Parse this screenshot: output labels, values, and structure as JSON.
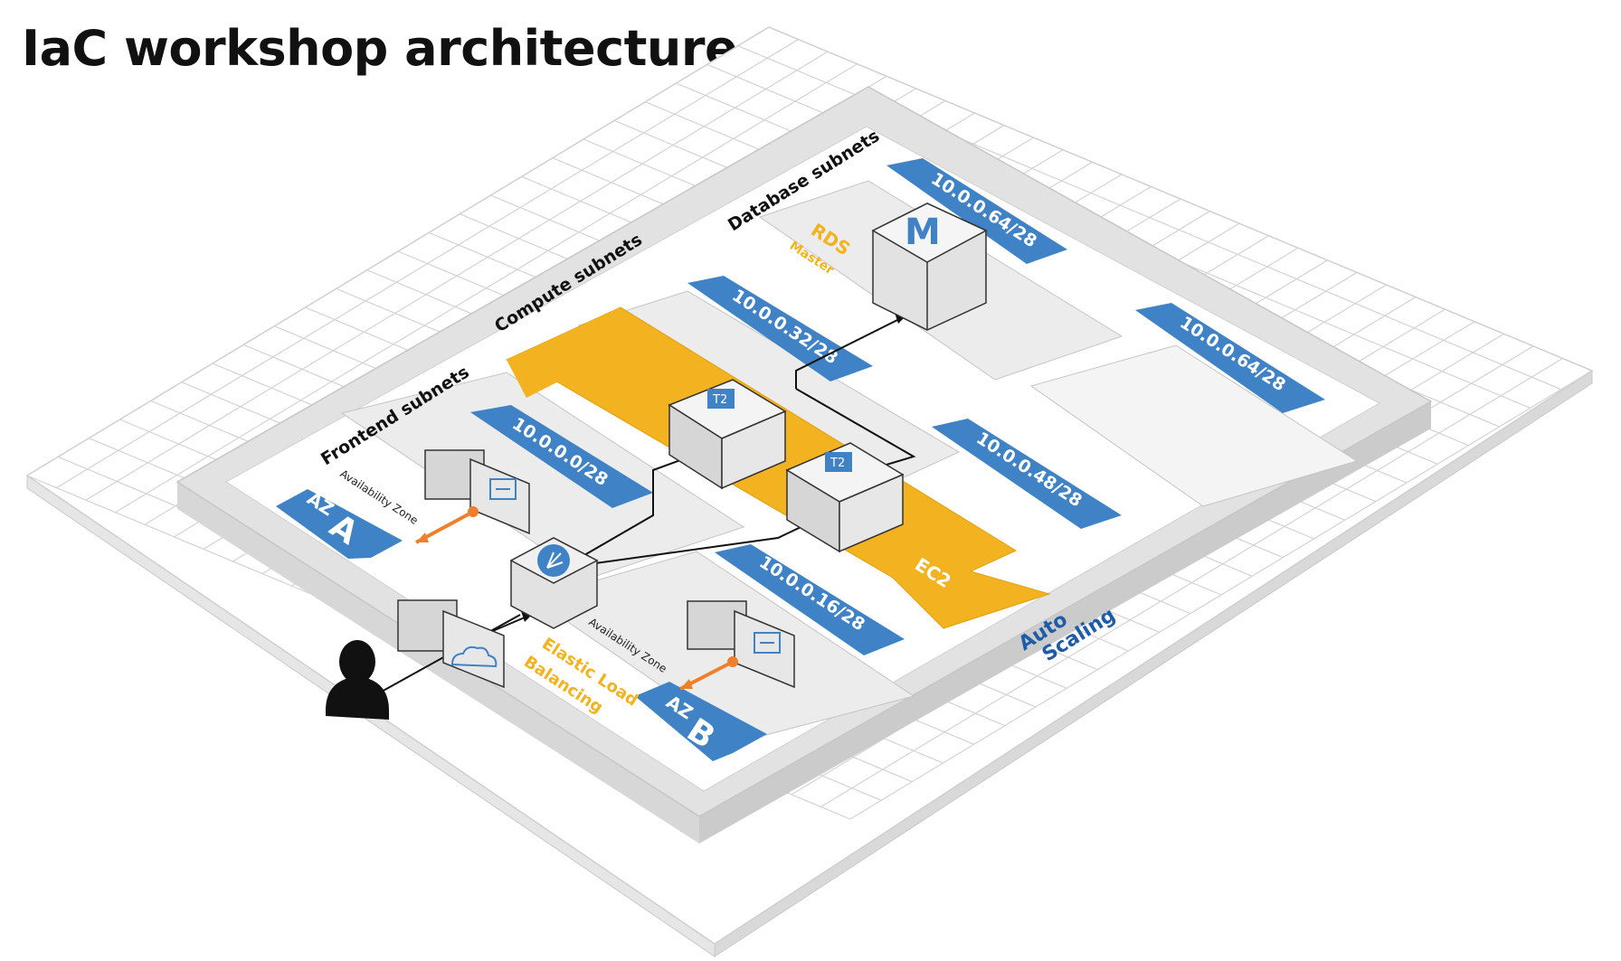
{
  "title": "IaC workshop architecture",
  "subnet_groups": {
    "frontend": "Frontend subnets",
    "compute": "Compute subnets",
    "database": "Database subnets"
  },
  "cidrs": {
    "frontend_a": "10.0.0.0/28",
    "frontend_b": "10.0.0.16/28",
    "compute_a": "10.0.0.32/28",
    "compute_b": "10.0.0.48/28",
    "database_a": "10.0.0.64/28",
    "database_b": "10.0.0.64/28"
  },
  "availability_zones": {
    "label": "Availability Zone",
    "az_a_prefix": "AZ",
    "az_a_letter": "A",
    "az_b_prefix": "AZ",
    "az_b_letter": "B"
  },
  "services": {
    "rds": "RDS",
    "rds_sub": "Master",
    "rds_icon_letter": "M",
    "ec2": "EC2",
    "instance_type_1": "T2",
    "instance_type_2": "T2",
    "elb_line1": "Elastic Load",
    "elb_line2": "Balancing",
    "autoscaling_line1": "Auto",
    "autoscaling_line2": "Scaling"
  },
  "colors": {
    "subnet_blue": "#3f82c6",
    "orange_band": "#f3b21f",
    "label_blue": "#1f5ca7",
    "nat_orange": "#f07f2a",
    "grid_line": "#cfcfcf",
    "vpc_border": "#c8c8c8"
  },
  "icons": {
    "user": "user-icon",
    "internet_gateway": "cloud-gateway-icon",
    "load_balancer": "load-balancer-icon",
    "nat_gateway": "nat-gateway-icon",
    "rds": "rds-master-icon",
    "ec2": "ec2-instance-icon"
  }
}
